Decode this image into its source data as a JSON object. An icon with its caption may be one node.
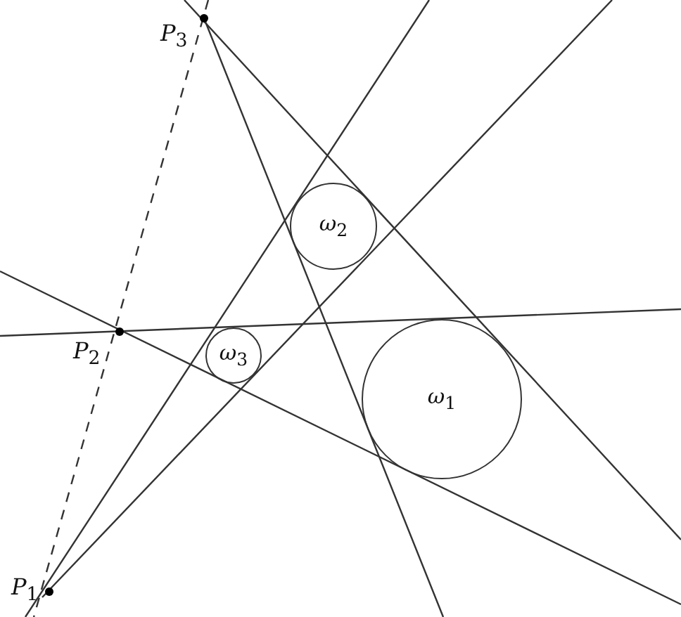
{
  "diagram": {
    "nodes": [
      {
        "text": [
          "*ω*$_{2}$"
        ]
      },
      {
        "text": [
          "*ω*$_{3}$"
        ]
      },
      {
        "text": [
          "*ω*$_{1}$"
        ]
      }
    ],
    "labels": [
      "*P*$_{3}$",
      "*P*$_{2}$",
      "*P*$_{1}$"
    ]
  }
}
